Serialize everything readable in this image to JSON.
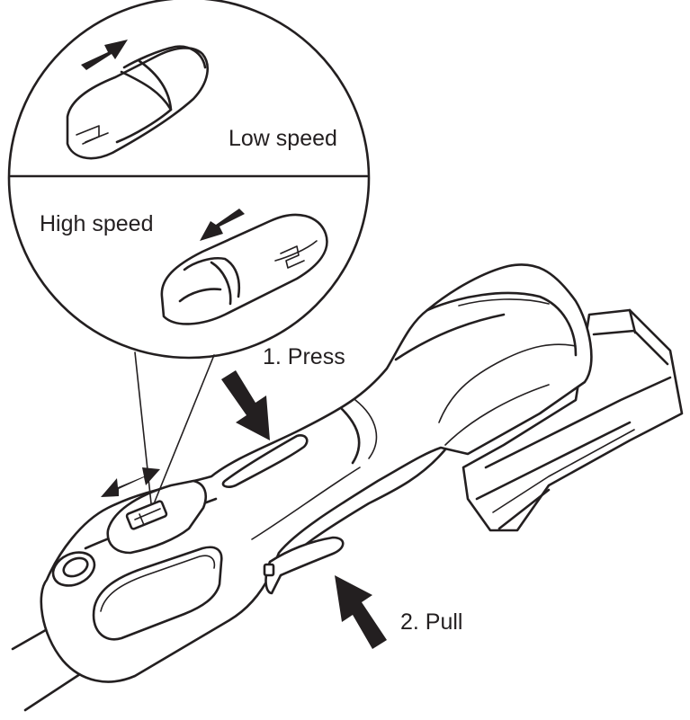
{
  "labels": {
    "low_speed": "Low speed",
    "high_speed": "High speed",
    "step_press": "1. Press",
    "step_pull": "2. Pull"
  },
  "icons": {
    "detail_switch_low": "speed-switch-low-icon",
    "detail_switch_high": "speed-switch-high-icon",
    "arrows": "pointer-arrow-icon"
  },
  "colors": {
    "line": "#231f20",
    "background": "#ffffff"
  }
}
